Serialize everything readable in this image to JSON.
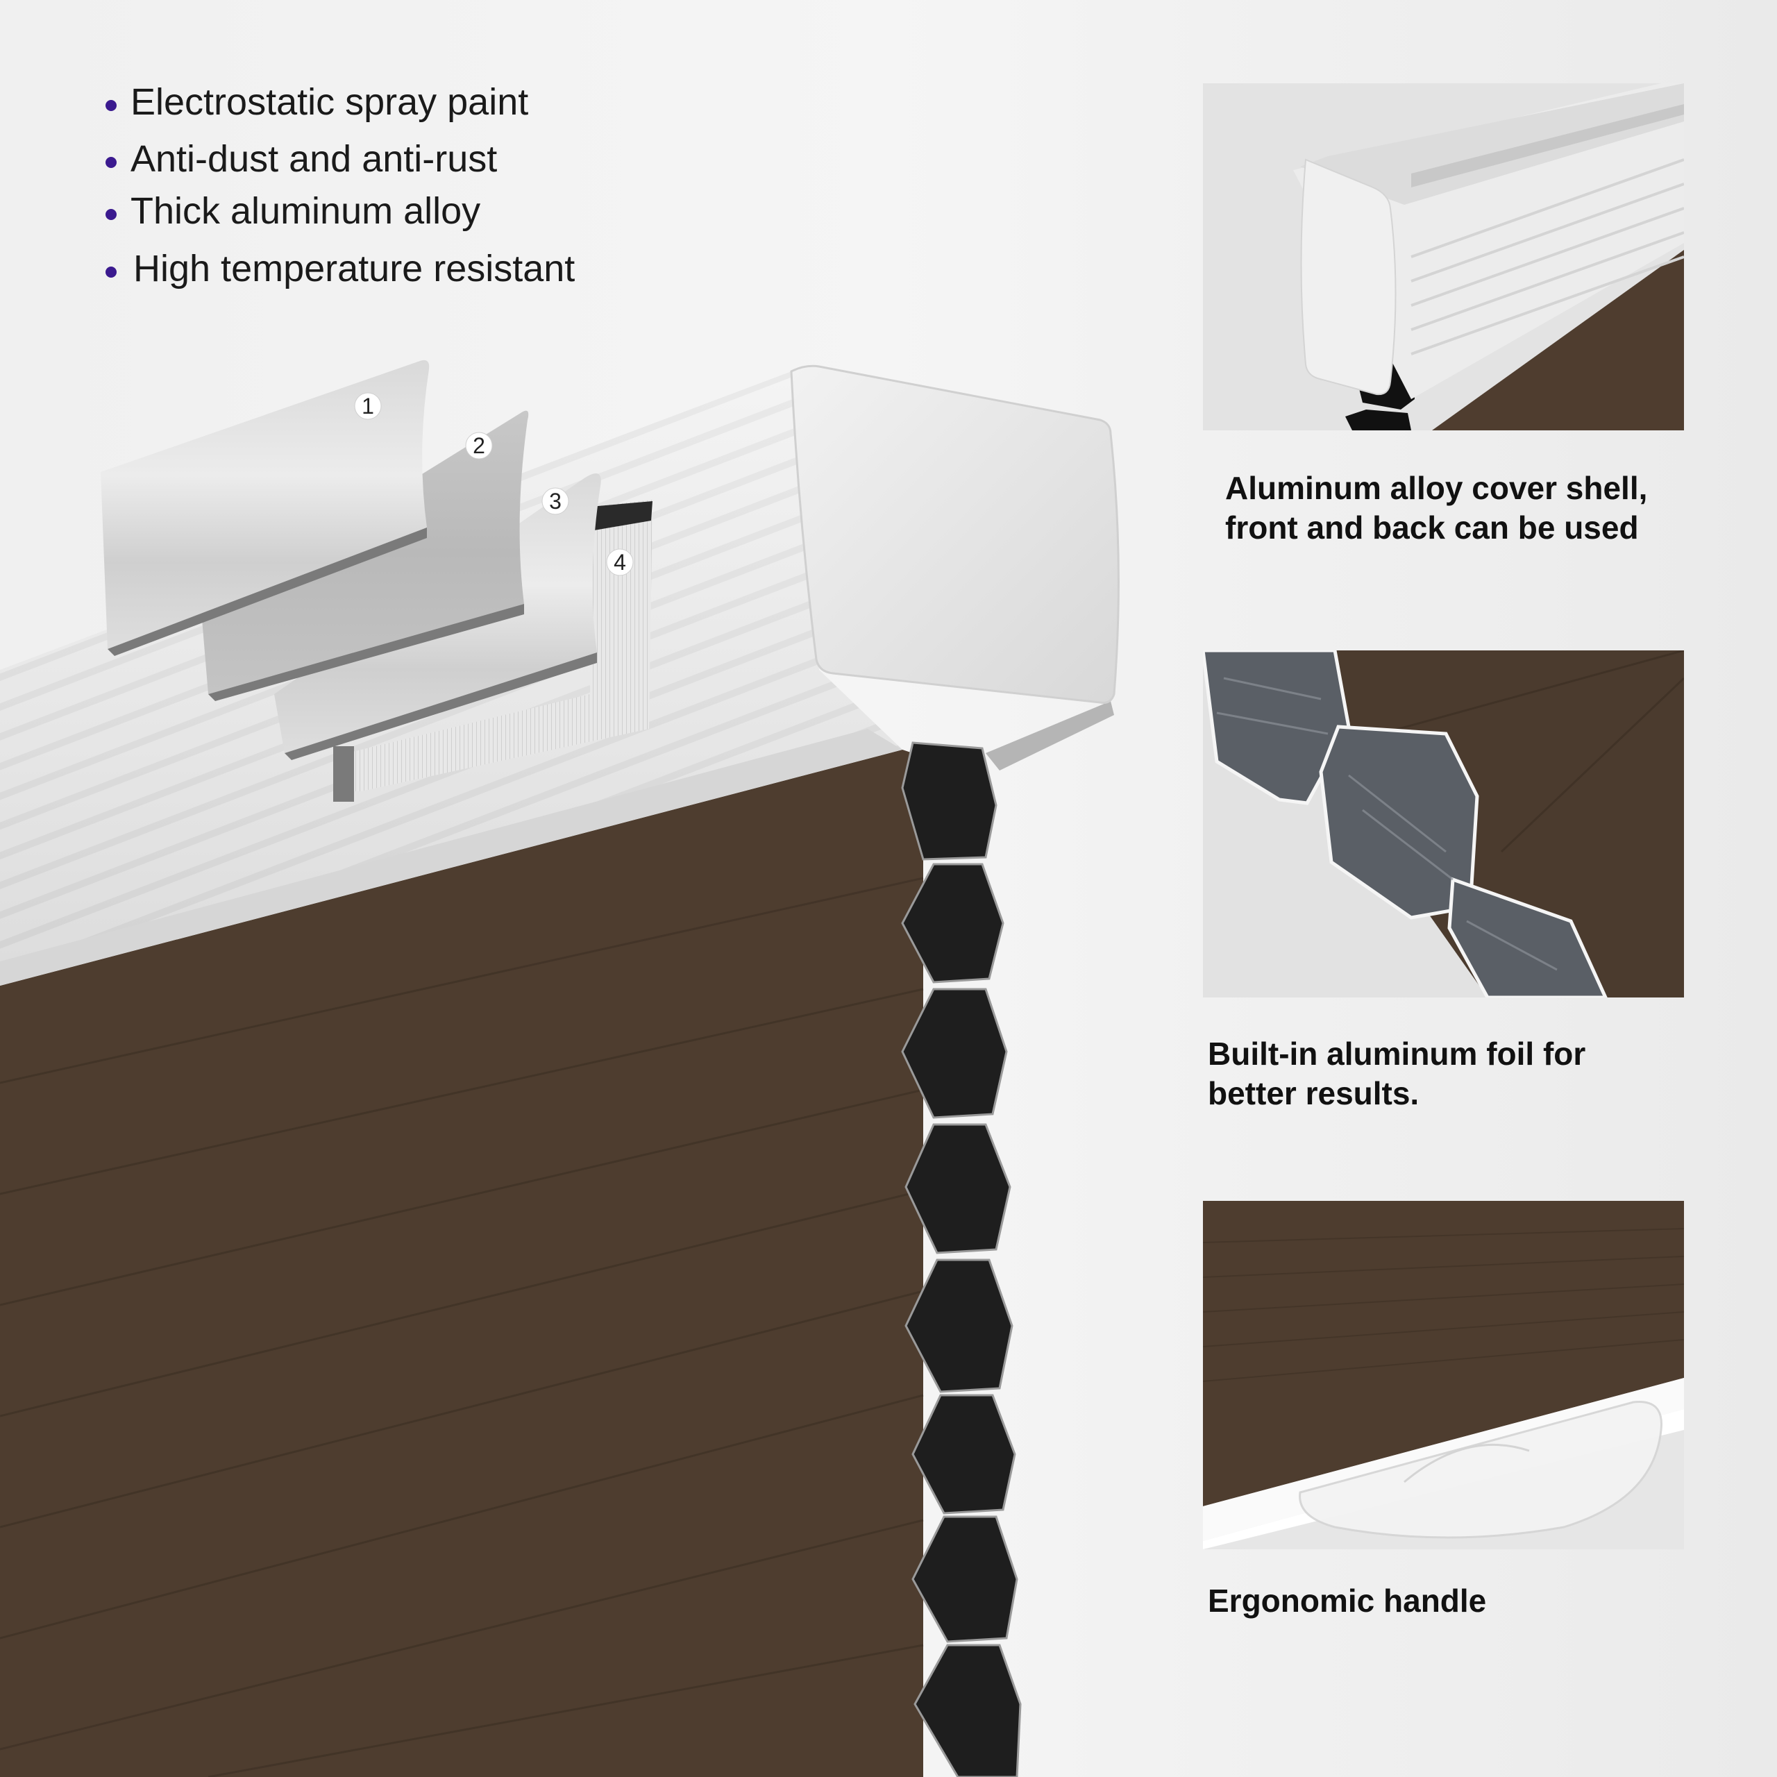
{
  "features": {
    "bullet_color": "#3b1a8f",
    "items": [
      {
        "label": "Electrostatic spray paint"
      },
      {
        "label": "Anti-dust and anti-rust"
      },
      {
        "label": "Thick aluminum alloy"
      },
      {
        "label": "High temperature resistant"
      }
    ]
  },
  "layers": {
    "callouts": [
      "1",
      "2",
      "3",
      "4"
    ]
  },
  "colors": {
    "fabric_brown": "#4e3d2f",
    "cell_black": "#1e1e1e",
    "headrail_white": "#e9e9e9",
    "wall": "#f3f3f3"
  },
  "panels": [
    {
      "id": "cover-shell",
      "caption_lines": [
        "Aluminum alloy cover shell,",
        "front and back can be used"
      ]
    },
    {
      "id": "aluminum-foil",
      "caption_lines": [
        "Built-in aluminum foil for",
        "better results."
      ]
    },
    {
      "id": "handle",
      "caption_lines": [
        "Ergonomic handle"
      ]
    }
  ]
}
